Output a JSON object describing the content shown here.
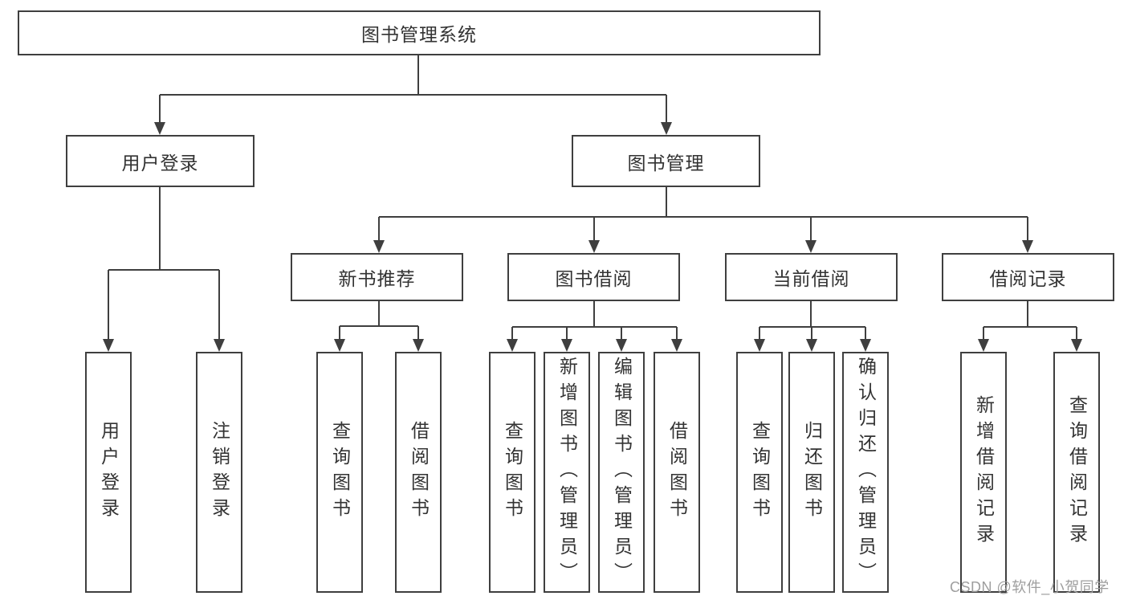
{
  "diagram": {
    "title_node": {
      "label": "图书管理系统"
    },
    "level2": [
      {
        "label": "用户登录"
      },
      {
        "label": "图书管理"
      }
    ],
    "level3": [
      {
        "label": "新书推荐"
      },
      {
        "label": "图书借阅"
      },
      {
        "label": "当前借阅"
      },
      {
        "label": "借阅记录"
      }
    ],
    "leaves": {
      "user_login": [
        {
          "label": "用户登录"
        },
        {
          "label": "注销登录"
        }
      ],
      "new_book": [
        {
          "label": "查询图书"
        },
        {
          "label": "借阅图书"
        }
      ],
      "book_borrow": [
        {
          "label": "查询图书"
        },
        {
          "label": "新增图书（管理员）"
        },
        {
          "label": "编辑图书（管理员）"
        },
        {
          "label": "借阅图书"
        }
      ],
      "current_borrow": [
        {
          "label": "查询图书"
        },
        {
          "label": "归还图书"
        },
        {
          "label": "确认归还（管理员）"
        }
      ],
      "borrow_records": [
        {
          "label": "新增借阅记录"
        },
        {
          "label": "查询借阅记录"
        }
      ]
    }
  },
  "watermark": {
    "text": "CSDN @软件_小贺同学"
  },
  "colors": {
    "line": "#3f3f3f",
    "text": "#333333",
    "watermark_text": "#9e9e9e",
    "background": "#ffffff"
  }
}
